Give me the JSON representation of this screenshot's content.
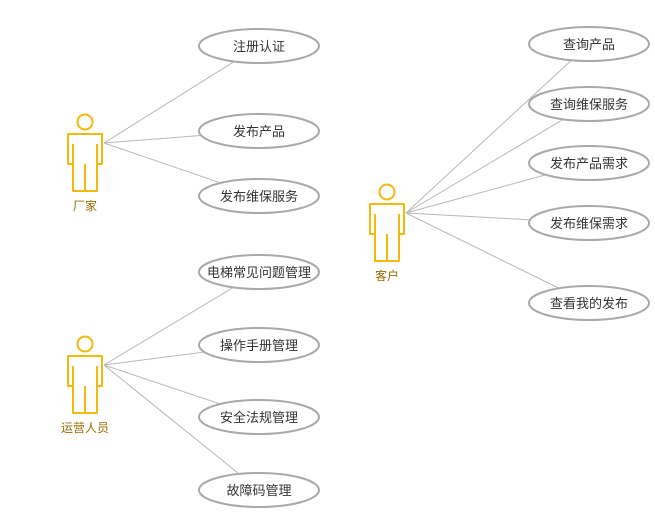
{
  "colors": {
    "actor": "#f2b90f",
    "actor_label": "#9a6b00",
    "usecase_border": "#a9a9a9",
    "line": "#b8b8b8",
    "text": "#333333"
  },
  "actors": [
    {
      "id": "manufacturer",
      "label": "厂家",
      "use_cases": [
        "注册认证",
        "发布产品",
        "发布维保服务"
      ]
    },
    {
      "id": "operator",
      "label": "运营人员",
      "use_cases": [
        "电梯常见问题管理",
        "操作手册管理",
        "安全法规管理",
        "故障码管理"
      ]
    },
    {
      "id": "customer",
      "label": "客户",
      "use_cases": [
        "查询产品",
        "查询维保服务",
        "发布产品需求",
        "发布维保需求",
        "查看我的发布"
      ]
    }
  ]
}
